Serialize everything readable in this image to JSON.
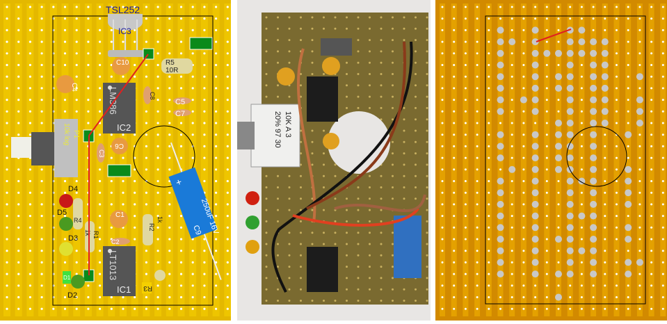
{
  "colors": {
    "board": "#e4b800",
    "strip": "#f5d000",
    "copper": "#d28a00",
    "copper_strip": "#f0b000",
    "photo_board": "#8a7a3a"
  },
  "layout_view": {
    "ic3_part": "TSL252",
    "ic3_ref": "IC3",
    "c10": "C10",
    "r5": "R5",
    "r5_value": "10R",
    "c4": "C4",
    "ic2_part": "LM386",
    "ic2_ref": "IC2",
    "c8": "C8",
    "c5": "C5",
    "c7": "C7",
    "p1": "P1",
    "p1_value": "10k log",
    "c3": "C3",
    "c6": "C6",
    "d4": "D4",
    "d5": "D5",
    "d3": "D3",
    "d1": "D1",
    "d2": "D2",
    "r4": "R4",
    "r1": "R1",
    "r_value": "1k",
    "c1": "C1",
    "c2": "C2",
    "ic1_part": "LT1013",
    "ic1_ref": "IC1",
    "r2": "R2",
    "r2_value": "1k",
    "r3": "R3",
    "c9_value": "250uF 16V",
    "c9": "C9",
    "plus": "+"
  },
  "photo_view": {
    "pot_line1": "10K  A  3",
    "pot_line2": "20%  97 30"
  }
}
